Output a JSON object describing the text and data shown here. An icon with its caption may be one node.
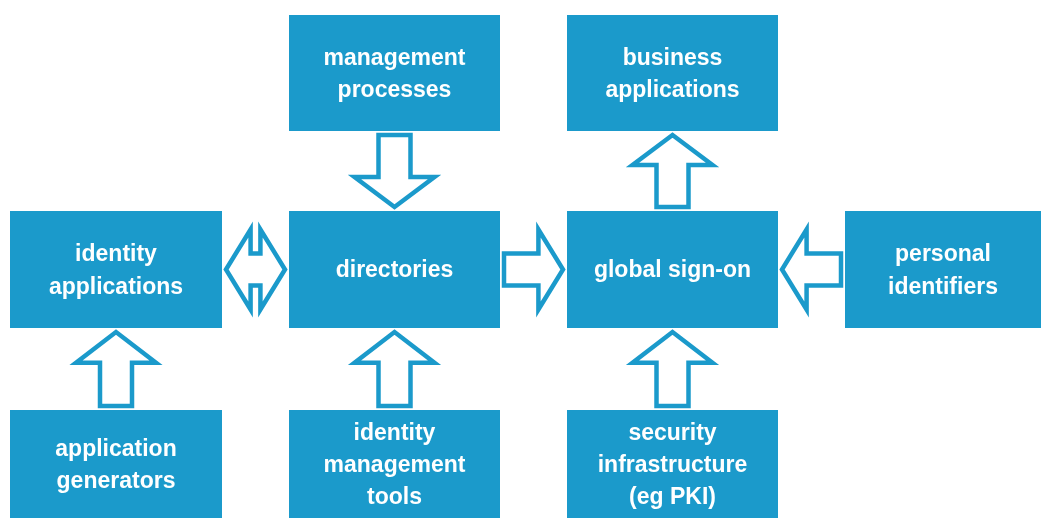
{
  "diagram": {
    "nodes": [
      {
        "text": [
          "management processes"
        ]
      },
      {
        "text": [
          "business applications"
        ]
      },
      {
        "text": [
          "identity applications"
        ]
      },
      {
        "text": [
          "directories"
        ]
      },
      {
        "text": [
          "global sign-on"
        ]
      },
      {
        "text": [
          "personal identifiers"
        ]
      },
      {
        "text": [
          "application generators"
        ]
      },
      {
        "text": [
          "identity management tools"
        ]
      },
      {
        "text": [
          "security infrastructure (eg PKI)"
        ]
      }
    ],
    "edges": [
      {
        "from": 0,
        "to": 3,
        "arrow": "to"
      },
      {
        "from": 4,
        "to": 1,
        "arrow": "to"
      },
      {
        "from": 2,
        "to": 3,
        "arrow": "both"
      },
      {
        "from": 3,
        "to": 4,
        "arrow": "to"
      },
      {
        "from": 5,
        "to": 4,
        "arrow": "to"
      },
      {
        "from": 6,
        "to": 2,
        "arrow": "to"
      },
      {
        "from": 7,
        "to": 3,
        "arrow": "to"
      },
      {
        "from": 8,
        "to": 4,
        "arrow": "to"
      }
    ]
  }
}
